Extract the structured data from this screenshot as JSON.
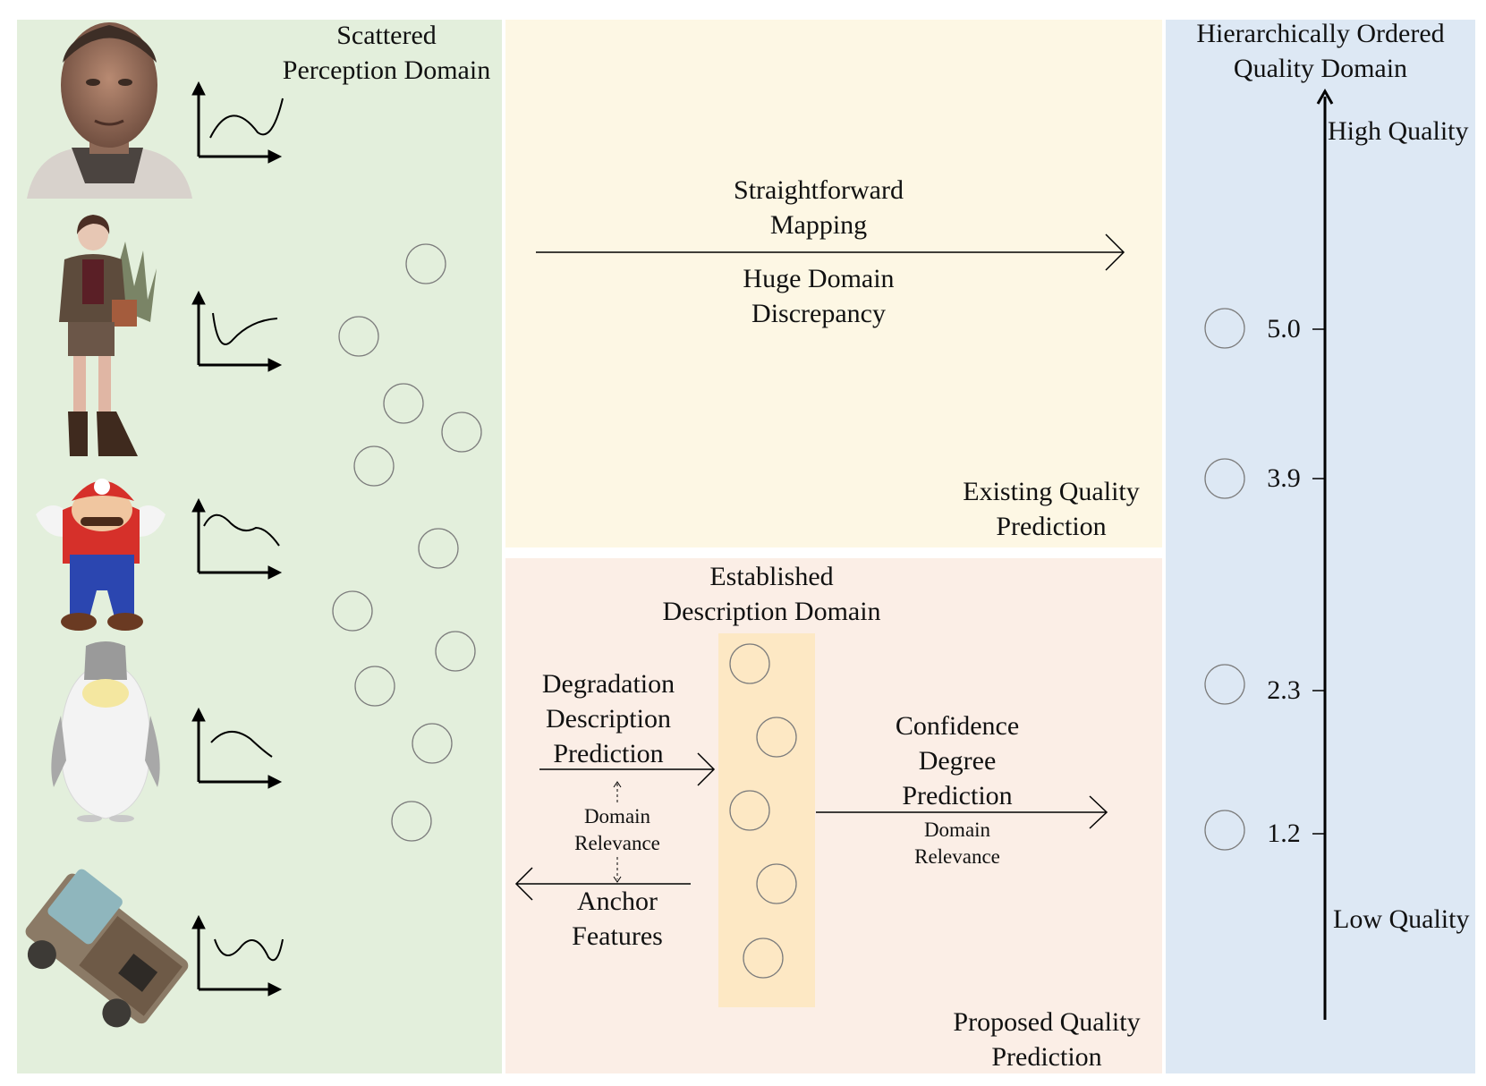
{
  "left_panel": {
    "title_line1": "Scattered",
    "title_line2": "Perception Domain",
    "images": [
      "man-portrait",
      "girl-with-plant",
      "mario-figure",
      "penguin",
      "toy-truck"
    ]
  },
  "top_panel": {
    "arrow_label_top_1": "Straightforward",
    "arrow_label_top_2": "Mapping",
    "arrow_label_bottom_1": "Huge Domain",
    "arrow_label_bottom_2": "Discrepancy",
    "caption_1": "Existing Quality",
    "caption_2": "Prediction"
  },
  "bottom_panel": {
    "title_1": "Established",
    "title_2": "Description Domain",
    "degradation_1": "Degradation",
    "degradation_2": "Description",
    "degradation_3": "Prediction",
    "relevance_left_1": "Domain",
    "relevance_left_2": "Relevance",
    "anchor_1": "Anchor",
    "anchor_2": "Features",
    "confidence_1": "Confidence",
    "confidence_2": "Degree",
    "confidence_3": "Prediction",
    "relevance_right_1": "Domain",
    "relevance_right_2": "Relevance",
    "caption_1": "Proposed Quality",
    "caption_2": "Prediction"
  },
  "right_panel": {
    "title_1": "Hierarchically Ordered",
    "title_2": "Quality Domain",
    "high_label": "High Quality",
    "low_label": "Low Quality",
    "scores": [
      "5.0",
      "3.9",
      "2.3",
      "1.2"
    ]
  },
  "colors": {
    "left_bg": "#e3efdc",
    "top_bg": "#fdf7e4",
    "bottom_bg": "#fbeee6",
    "right_bg": "#dde8f4",
    "description_column": "#fde8c4"
  }
}
